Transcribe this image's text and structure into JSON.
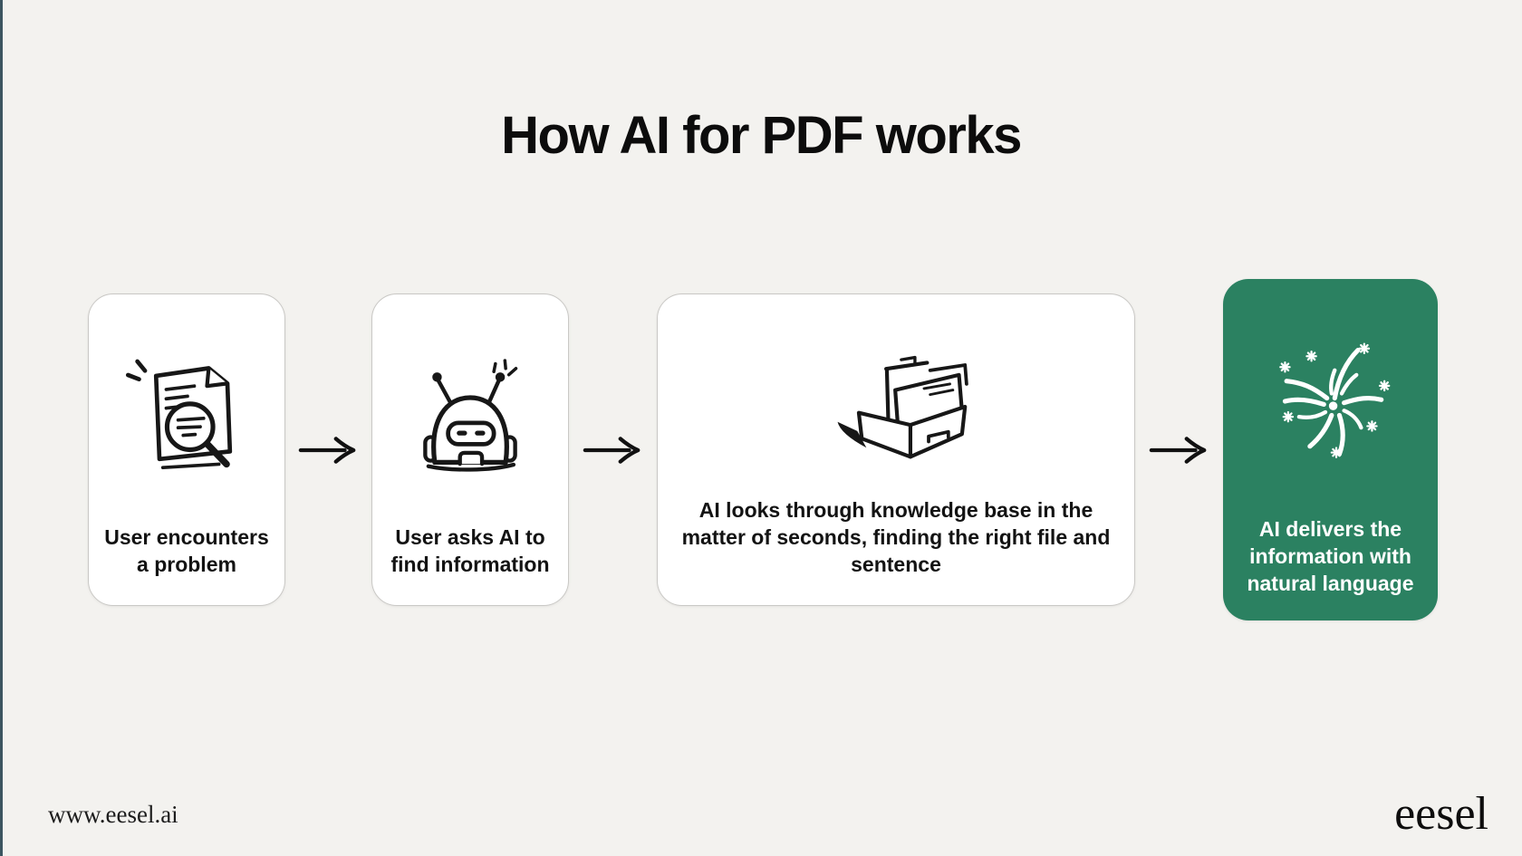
{
  "title": "How AI for PDF works",
  "flow": {
    "steps": [
      {
        "label": "User encounters a problem",
        "icon": "document-search-icon",
        "variant": "white"
      },
      {
        "label": "User asks AI to find information",
        "icon": "robot-icon",
        "variant": "white"
      },
      {
        "label": "AI looks through knowledge base in the matter of seconds, finding the right file and sentence",
        "icon": "knowledge-base-box-icon",
        "variant": "white"
      },
      {
        "label": "AI delivers the information with natural language",
        "icon": "fireworks-icon",
        "variant": "green"
      }
    ],
    "connector": "arrow-right"
  },
  "footer": {
    "website": "www.eesel.ai",
    "brand": "eesel"
  },
  "colors": {
    "background": "#f3f2ef",
    "card_white": "#ffffff",
    "card_green": "#2b8161",
    "card_border": "#c9c8c5",
    "text_dark": "#0d0d0d",
    "text_light": "#ffffff",
    "edge_accent": "#3c5560",
    "ink": "#171717"
  }
}
